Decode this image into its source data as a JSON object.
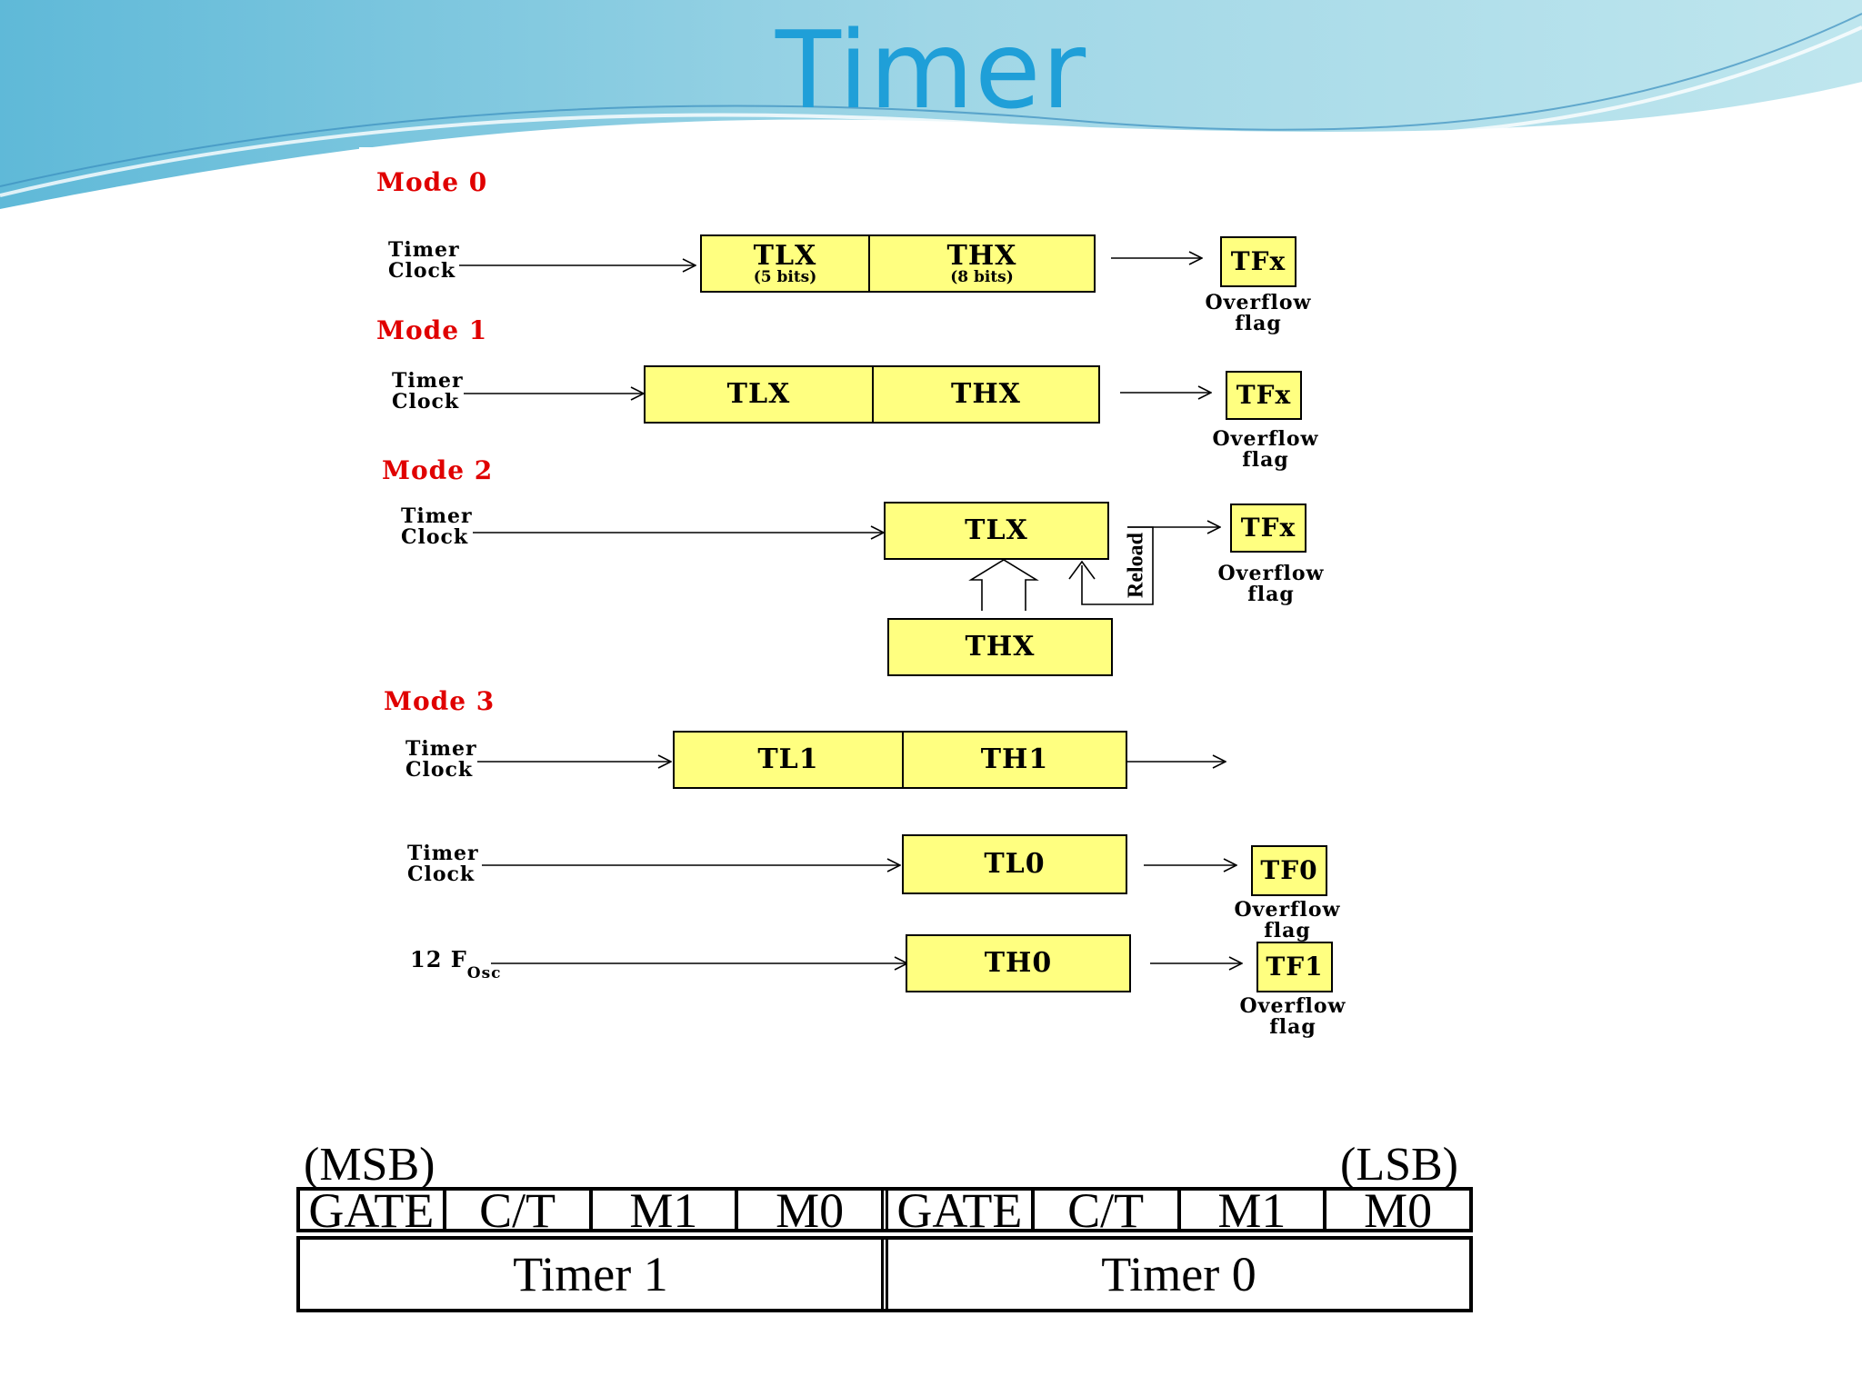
{
  "slide_title": "Timer",
  "colors": {
    "title": "#1f9fd8",
    "mode_label": "#e00000",
    "register_fill": "#ffff80"
  },
  "labels": {
    "timer_clock_line1": "Timer",
    "timer_clock_line2": "Clock",
    "overflow_line1": "Overflow",
    "overflow_line2": "flag",
    "reload": "Reload",
    "osc_prefix": "12 F",
    "osc_sub": "Osc"
  },
  "modes": [
    {
      "title": "Mode 0",
      "tlx": "TLX",
      "tlx_bits": "(5 bits)",
      "thx": "THX",
      "thx_bits": "(8 bits)",
      "flag": "TFx"
    },
    {
      "title": "Mode 1",
      "tlx": "TLX",
      "thx": "THX",
      "flag": "TFx"
    },
    {
      "title": "Mode 2",
      "tlx": "TLX",
      "thx": "THX",
      "flag": "TFx"
    },
    {
      "title": "Mode 3",
      "tl1": "TL1",
      "th1": "TH1",
      "tl0": "TL0",
      "tf0": "TF0",
      "th0": "TH0",
      "tf1": "TF1"
    }
  ],
  "tmod": {
    "msb": "(MSB)",
    "lsb": "(LSB)",
    "bits": [
      "GATE",
      "C/T",
      "M1",
      "M0",
      "GATE",
      "C/T",
      "M1",
      "M0"
    ],
    "groups": [
      "Timer 1",
      "Timer 0"
    ]
  }
}
